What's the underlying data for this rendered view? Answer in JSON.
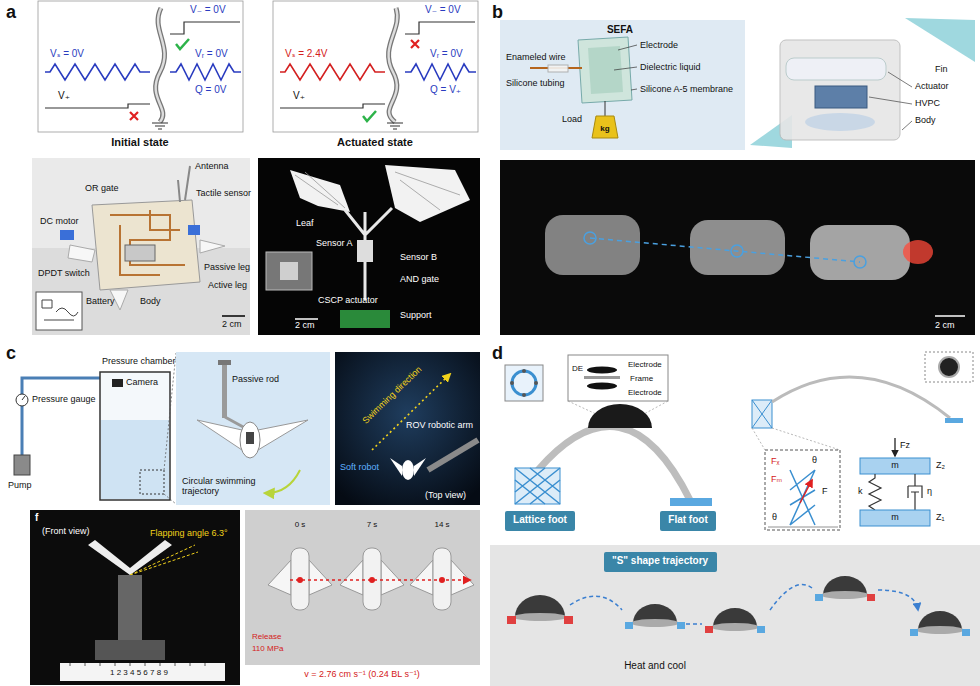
{
  "diagram": {
    "nodes": [
      {
        "text": [
          "Lattice foot"
        ]
      },
      {
        "text": [
          "Flat foot"
        ]
      },
      {
        "text": [
          "\"S\" shape trajectory"
        ]
      }
    ],
    "labels": [
      "a",
      "V₋ = 0V",
      "Vₛ = 0V",
      "V₊",
      "Vᵣ = 0V",
      "Q = 0V",
      "Initial state",
      "V₋ = 0V",
      "Vₛ = 2.4V",
      "V₊",
      "Vᵣ = 0V",
      "Q = V₊",
      "Actuated state",
      "OR gate",
      "Antenna",
      "Tactile sensor",
      "DC motor",
      "DPDT switch",
      "Passive leg",
      "Active leg",
      "Battery",
      "Body",
      "2 cm",
      "Leaf",
      "Sensor A",
      "Sensor B",
      "AND gate",
      "CSCP actuator",
      "Support",
      "2 cm",
      "b",
      "SEFA",
      "Enameled wire",
      "Electrode",
      "Dielectric liquid",
      "Silicone tubing",
      "Silicone A-5 membrane",
      "Load",
      "kg",
      "Fin",
      "Actuator",
      "HVPC",
      "Body",
      "2 cm",
      "c",
      "Pressure gauge",
      "Pressure chamber",
      "Camera",
      "Pump",
      "Passive rod",
      "Circular swimming trajectory",
      "Swimming direction",
      "ROV robotic arm",
      "Soft robot",
      "(Top view)",
      "(Front view)",
      "Flapping angle 6.3°",
      "1 2 3 4 5 6 7 8 9",
      "f",
      "0 s",
      "7 s",
      "14 s",
      "Release",
      "110 MPa",
      "v = 2.76 cm s⁻¹ (0.24 BL s⁻¹)",
      "d",
      "Electrode",
      "DE",
      "Frame",
      "Electrode",
      "Fₓ",
      "Fₘ",
      "F",
      "θ",
      "θ",
      "Fz",
      "m",
      "Z₂",
      "k",
      "η",
      "m",
      "Z₁",
      "Heat and cool"
    ]
  }
}
